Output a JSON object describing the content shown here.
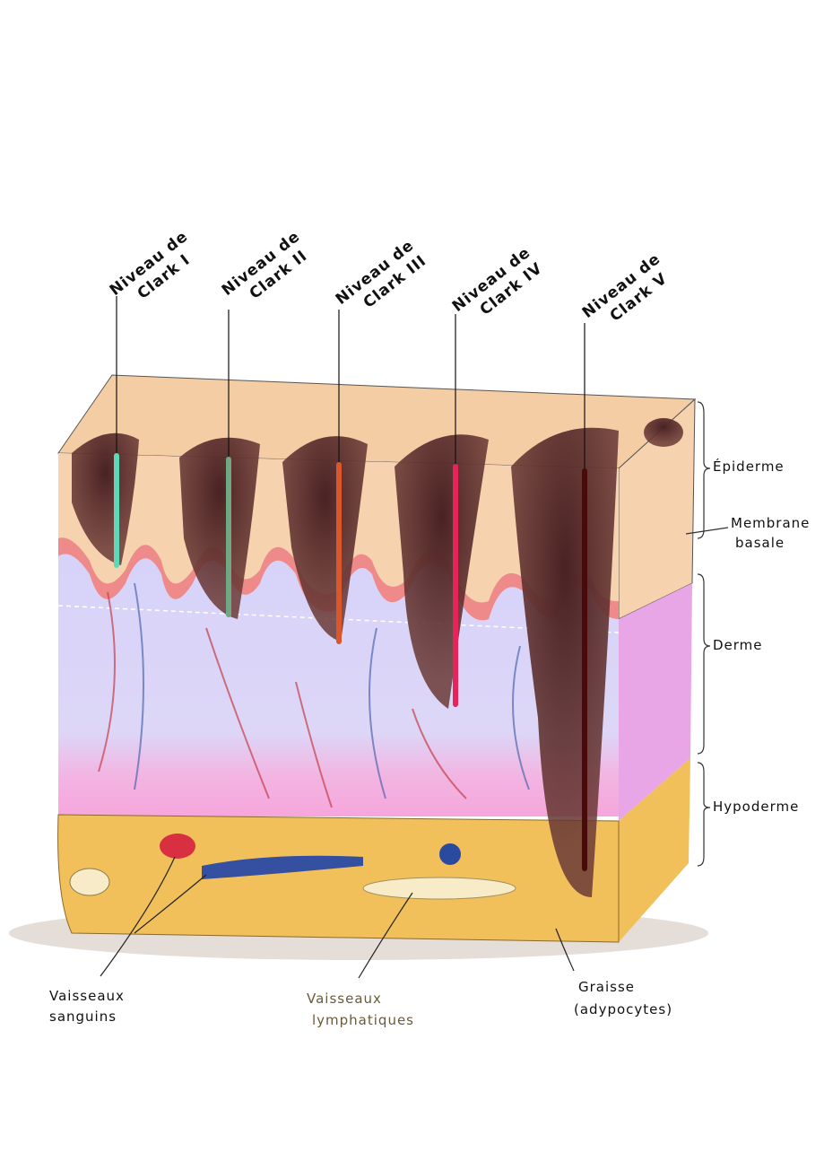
{
  "title": "Niveaux de Clark du mélanome",
  "clark_levels": [
    {
      "line1": "Niveau de",
      "line2": "Clark I",
      "color": "#5ed8b8"
    },
    {
      "line1": "Niveau de",
      "line2": "Clark II",
      "color": "#6fa882"
    },
    {
      "line1": "Niveau de",
      "line2": "Clark III",
      "color": "#d9572a"
    },
    {
      "line1": "Niveau de",
      "line2": "Clark IV",
      "color": "#e8235a"
    },
    {
      "line1": "Niveau de",
      "line2": "Clark V",
      "color": "#4a0a0a"
    }
  ],
  "layers": {
    "epiderme": "Épiderme",
    "membrane_line1": "Membrane",
    "membrane_line2": "basale",
    "derme": "Derme",
    "hypoderme": "Hypoderme"
  },
  "annotations": {
    "sanguins_line1": "Vaisseaux",
    "sanguins_line2": "sanguins",
    "lymph_line1": "Vaisseaux",
    "lymph_line2": "lymphatiques",
    "graisse_line1": "Graisse",
    "graisse_line2": "(adypocytes)"
  },
  "colors": {
    "epidermis": "#f6d2ae",
    "basal": "#ee8a8a",
    "dermis": "#d9d5f6",
    "hypodermis": "#f1c05a",
    "melanoma": "#6b3a36"
  }
}
